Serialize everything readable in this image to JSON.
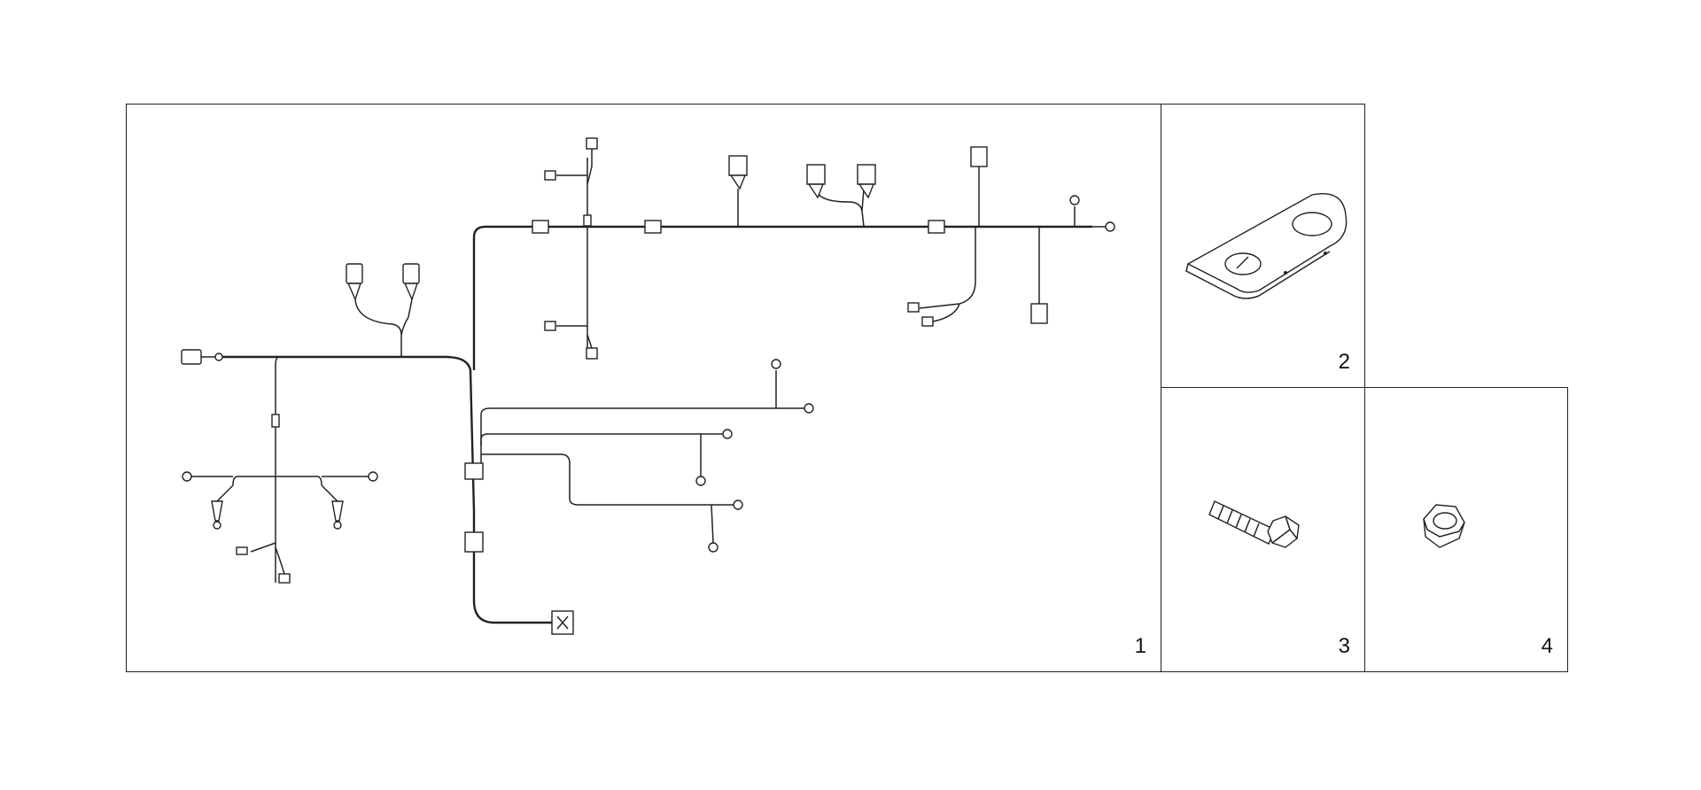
{
  "parts": [
    {
      "number": "1",
      "name": "wiring-harness"
    },
    {
      "number": "2",
      "name": "mounting-bracket"
    },
    {
      "number": "3",
      "name": "bolt"
    },
    {
      "number": "4",
      "name": "hex-nut"
    }
  ]
}
